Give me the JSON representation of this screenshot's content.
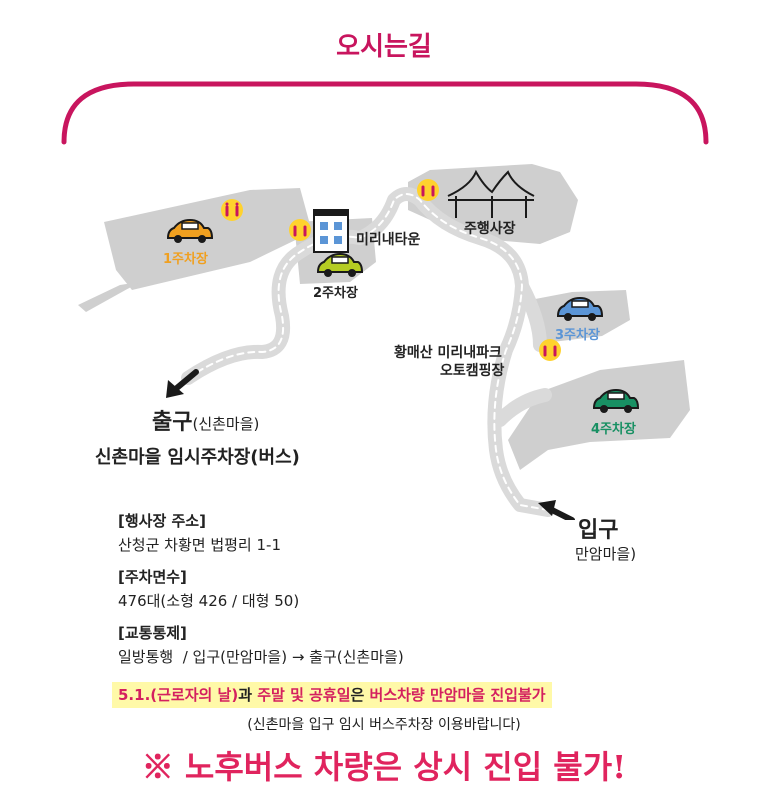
{
  "title": "오시는길",
  "map": {
    "labels": {
      "parking1": "1주차장",
      "parking2": "2주차장",
      "parking3": "3주차장",
      "parking4": "4주차장",
      "mirinae_town": "미리내타운",
      "event_hall": "주행사장",
      "camping_line1": "황매산 미리내파크",
      "camping_line2": "오토캠핑장"
    },
    "exit": {
      "title": "출구",
      "village": "(신촌마을)",
      "sub": "신촌마을 임시주차장(버스)"
    },
    "entrance": {
      "title": "입구",
      "sub": "만암마을)"
    },
    "colors": {
      "road": "#dadada",
      "area": "#cfcfcf",
      "parking1": "#f0a020",
      "parking2": "#b5cc22",
      "parking3": "#5b95d6",
      "parking4": "#189063",
      "accent": "#c8155e"
    },
    "icons": [
      "restroom-icon",
      "car-icon",
      "building-icon",
      "pavilion-icon",
      "arrow-icon"
    ]
  },
  "info": {
    "address_header": "[행사장 주소]",
    "address_value": "산청군 차황면 법평리 1-1",
    "parking_header": "[주차면수]",
    "parking_value": "476대(소형 426 / 대형 50)",
    "traffic_header": "[교통통제]",
    "traffic_value": "일방통행  / 입구(만암마을) → 출구(신촌마을)"
  },
  "notices": {
    "line1_part1": "5.1.(근로자의 날)",
    "line1_part2": "과 ",
    "line1_part3": "주말 및 공휴일",
    "line1_part4": "은 ",
    "line1_part5": "버스차량 만암마을 진입불가",
    "line2": "(신촌마을 입구 임시 버스주차장 이용바랍니다)",
    "line3": "※ 노후버스 차량은 상시 진입 불가!"
  }
}
